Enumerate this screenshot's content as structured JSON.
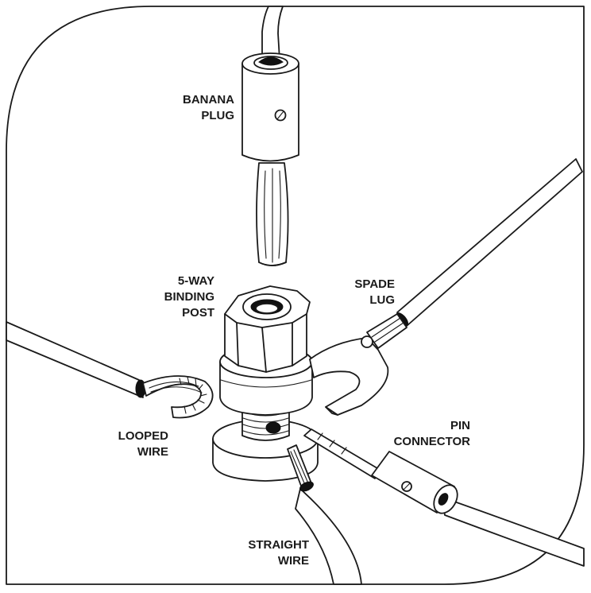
{
  "labels": {
    "banana_plug": [
      "BANANA",
      "PLUG"
    ],
    "binding_post": [
      "5-WAY",
      "BINDING",
      "POST"
    ],
    "spade_lug": [
      "SPADE",
      "LUG"
    ],
    "looped_wire": [
      "LOOPED",
      "WIRE"
    ],
    "pin_connector": [
      "PIN",
      "CONNECTOR"
    ],
    "straight_wire": [
      "STRAIGHT",
      "WIRE"
    ]
  },
  "colors": {
    "ink": "#1a1a1a",
    "background": "#ffffff"
  }
}
